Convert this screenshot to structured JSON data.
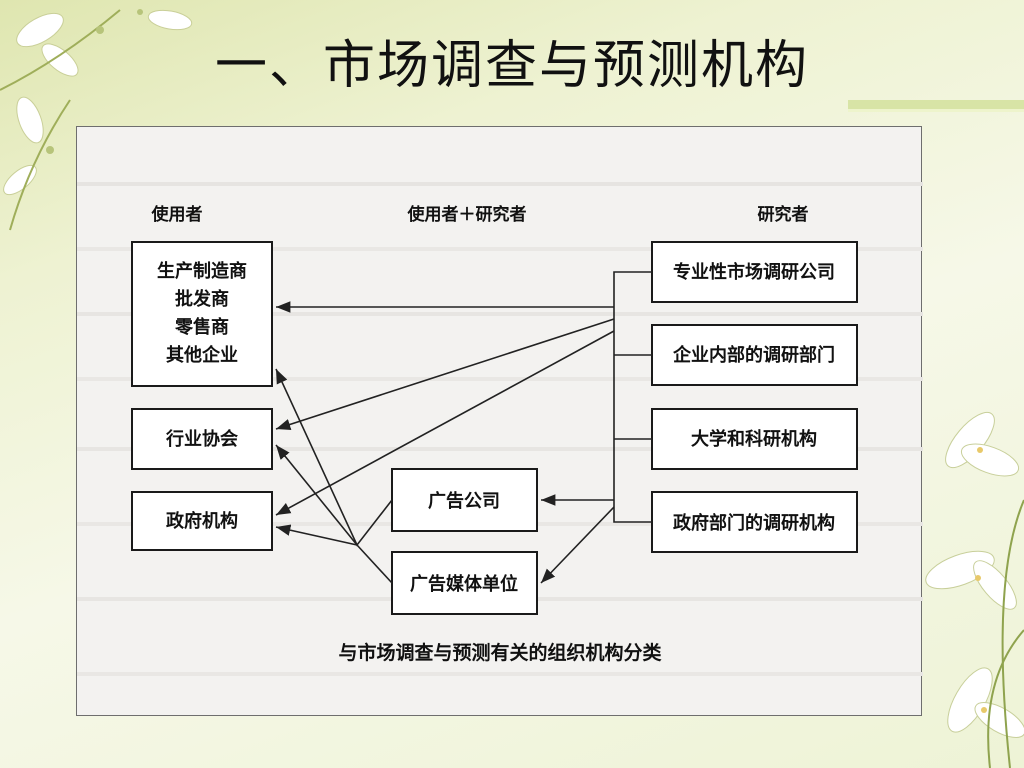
{
  "slide": {
    "title": "一、市场调查与预测机构"
  },
  "diagram": {
    "headers": {
      "users": "使用者",
      "users_researchers": "使用者＋研究者",
      "researchers": "研究者"
    },
    "users": {
      "manufacturers": [
        "生产制造商",
        "批发商",
        "零售商",
        "其他企业"
      ],
      "industry_association": "行业协会",
      "government": "政府机构"
    },
    "users_researchers": {
      "ad_agency": "广告公司",
      "ad_media": "广告媒体单位"
    },
    "researchers": {
      "market_research_firm": "专业性市场调研公司",
      "corporate_research_dept": "企业内部的调研部门",
      "universities": "大学和科研机构",
      "gov_research": "政府部门的调研机构"
    },
    "caption": "与市场调查与预测有关的组织机构分类"
  },
  "colors": {
    "frame_bg": "#f3f2f0",
    "slide_bg": "#eef2d2"
  }
}
